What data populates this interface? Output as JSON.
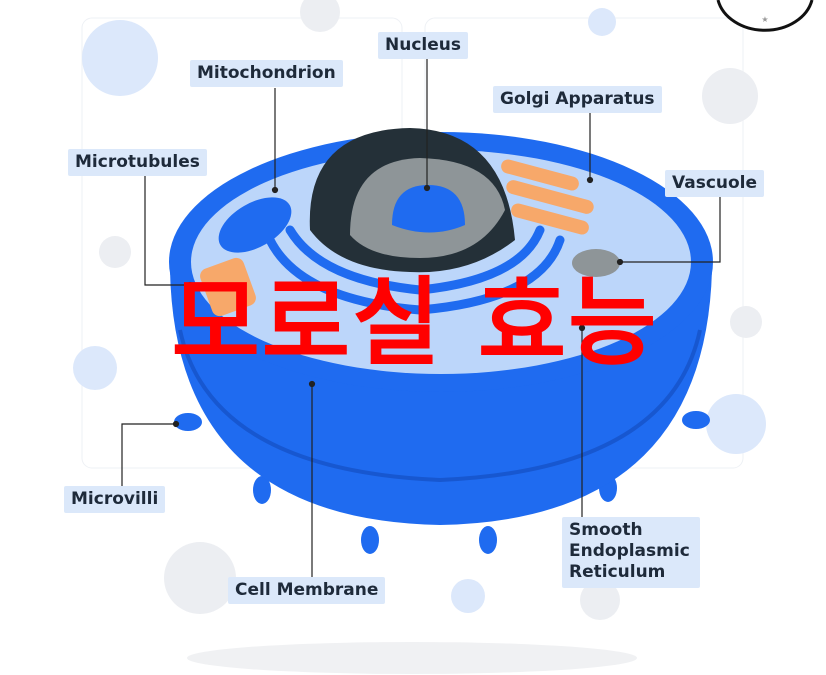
{
  "labels": {
    "nucleus": "Nucleus",
    "mitochondrion": "Mitochondrion",
    "golgi": "Golgi Apparatus",
    "microtubules": "Microtubules",
    "vacuole": "Vascuole",
    "microvilli": "Microvilli",
    "cell_membrane": "Cell Membrane",
    "ser": [
      "Smooth",
      "Endoplasmic",
      "Reticulum"
    ]
  },
  "overlay_text": "모로실 효능",
  "colors": {
    "cell_blue": "#1f6bf0",
    "cytoplasm": "#bcd6fa",
    "nucleus_dark": "#243038",
    "golgi": "#f7a86a",
    "overlay_red": "#ff0000",
    "label_bg": "#dbe8fa"
  }
}
